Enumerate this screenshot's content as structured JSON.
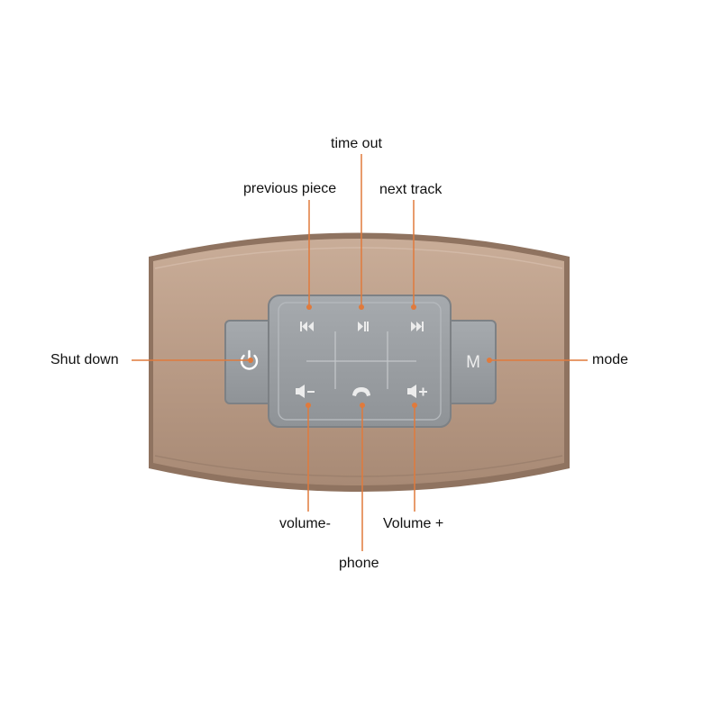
{
  "labels": {
    "time_out": "time out",
    "previous_piece": "previous piece",
    "next_track": "next track",
    "shut_down": "Shut down",
    "mode": "mode",
    "volume_minus": "volume-",
    "volume_plus": "Volume +",
    "phone": "phone"
  },
  "buttons": {
    "mode_letter": "M"
  },
  "colors": {
    "background": "#ffffff",
    "device_body": "#b99b86",
    "device_edge": "#8f7360",
    "button_panel": "#9b9fa3",
    "button_panel_border": "#7d8185",
    "button_glyph": "#e9eaeb",
    "callout_line": "#e07a3c",
    "callout_dot": "#e07a3c",
    "label_text": "#111111"
  },
  "icons": {
    "power": "power-icon",
    "previous": "previous-track-icon",
    "play_pause": "play-pause-icon",
    "next": "next-track-icon",
    "volume_down": "volume-down-icon",
    "phone": "phone-icon",
    "volume_up": "volume-up-icon",
    "mode": "mode-letter-icon"
  }
}
